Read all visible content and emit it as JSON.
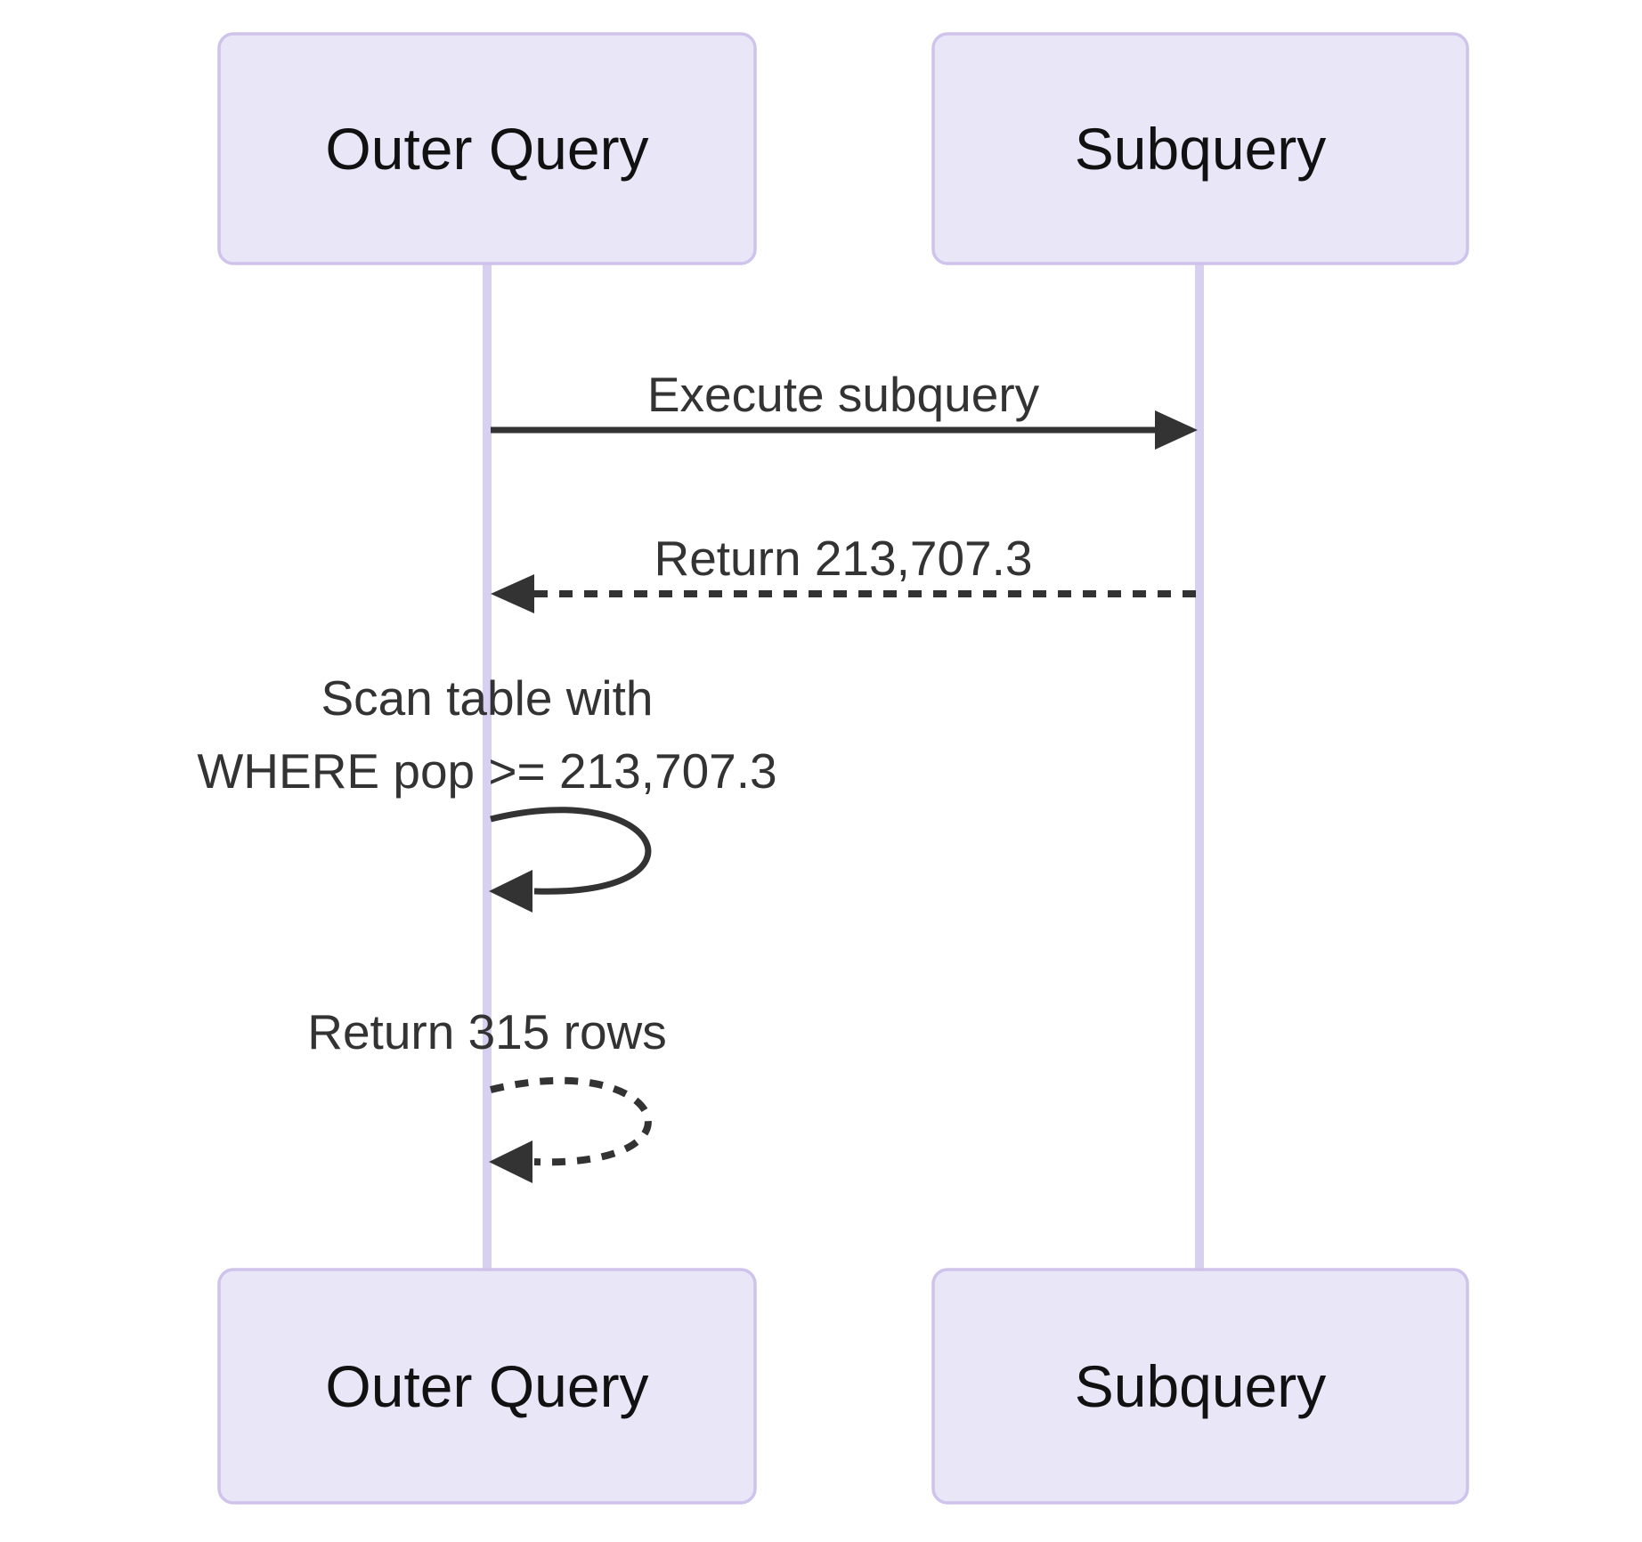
{
  "diagram": {
    "type": "sequence-diagram",
    "actors": [
      {
        "id": "outer",
        "label": "Outer Query"
      },
      {
        "id": "sub",
        "label": "Subquery"
      }
    ],
    "messages": [
      {
        "from": "Outer Query",
        "to": "Subquery",
        "label": "Execute subquery",
        "line_style": "solid",
        "kind": "call"
      },
      {
        "from": "Subquery",
        "to": "Outer Query",
        "label": "Return 213,707.3",
        "line_style": "dashed",
        "kind": "return"
      },
      {
        "from": "Outer Query",
        "to": "Outer Query",
        "label": "Scan table with WHERE pop >= 213,707.3",
        "label_lines": [
          "Scan table with",
          "WHERE pop >= 213,707.3"
        ],
        "line_style": "solid",
        "kind": "self"
      },
      {
        "from": "Outer Query",
        "to": "Outer Query",
        "label": "Return 315 rows",
        "label_lines": [
          "Return 315 rows"
        ],
        "line_style": "dashed",
        "kind": "self-return"
      }
    ],
    "colors": {
      "background": "#FFFFFF",
      "actor_fill": "#E9E6F8",
      "actor_border": "#CFC3EB",
      "lifeline": "#D9CFF1",
      "arrow": "#333333",
      "message_text": "#333333",
      "actor_text": "#111111"
    }
  }
}
